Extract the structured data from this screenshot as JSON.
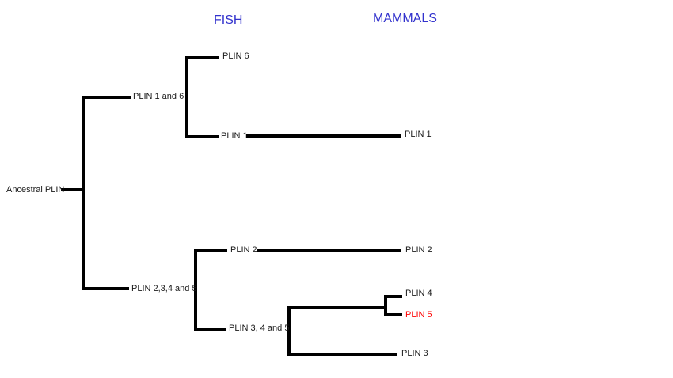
{
  "headers": {
    "fish": "FISH",
    "mammals": "MAMMALS"
  },
  "tree": {
    "root_label": "Ancestral PLIN",
    "upper_clade_label": "PLIN 1 and 6",
    "fish_plin6_label": "PLIN 6",
    "fish_plin1_label": "PLIN 1",
    "mammal_plin1_label": "PLIN 1",
    "lower_clade_label": "PLIN 2,3,4 and 5",
    "fish_plin2_label": "PLIN 2",
    "mammal_plin2_label": "PLIN 2",
    "sub_clade_label": "PLIN 3, 4 and 5",
    "mammal_plin4_label": "PLIN 4",
    "mammal_plin5_label": "PLIN 5",
    "mammal_plin3_label": "PLIN 3"
  },
  "colors": {
    "header_text": "#3232cd",
    "branch_line": "#000000",
    "label_text": "#1a1a1a",
    "highlight_label": "#ff0000"
  }
}
